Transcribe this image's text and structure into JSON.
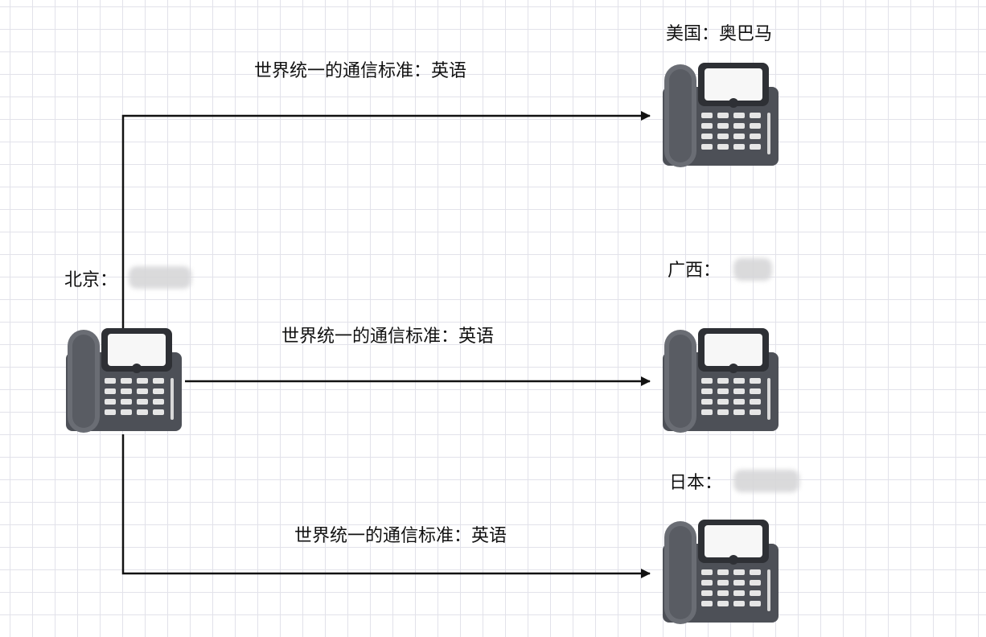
{
  "nodes": {
    "beijing": {
      "label": "北京："
    },
    "usa": {
      "label": "美国：奥巴马"
    },
    "guangxi": {
      "label": "广西："
    },
    "japan": {
      "label": "日本："
    }
  },
  "edges": [
    {
      "label": "世界统一的通信标准：英语"
    },
    {
      "label": "世界统一的通信标准：英语"
    },
    {
      "label": "世界统一的通信标准：英语"
    }
  ],
  "colors": {
    "phone_body": "#4d5057",
    "phone_dark": "#35373c",
    "connector": "#111111",
    "grid": "#e2e2ea"
  },
  "icons": {
    "phone": "telephone-icon",
    "redaction": "redacted-blur"
  }
}
